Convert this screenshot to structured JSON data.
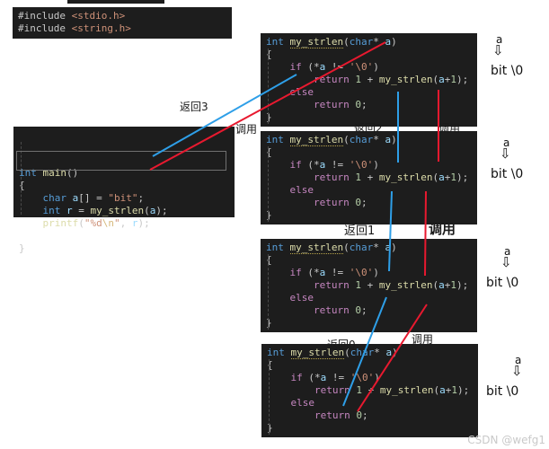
{
  "includes_block": {
    "lines": [
      [
        [
          "#include ",
          "pl"
        ],
        [
          "<stdio.h>",
          "str"
        ]
      ],
      [
        [
          "#include ",
          "pl"
        ],
        [
          "<string.h>",
          "str"
        ]
      ]
    ]
  },
  "main_block": {
    "lines": [
      [
        [
          "int",
          "kw"
        ],
        [
          " ",
          "pl"
        ],
        [
          "main",
          "fn"
        ],
        [
          "()",
          "pl"
        ]
      ],
      [
        [
          "{",
          "pl"
        ]
      ],
      [
        [
          "    ",
          "pl"
        ],
        [
          "char",
          "kw"
        ],
        [
          " ",
          "pl"
        ],
        [
          "a",
          "var"
        ],
        [
          "[] = ",
          "pl"
        ],
        [
          "\"bit\"",
          "str"
        ],
        [
          ";",
          "pl"
        ]
      ],
      [
        [
          "    ",
          "pl"
        ],
        [
          "int",
          "kw"
        ],
        [
          " ",
          "pl"
        ],
        [
          "r",
          "var"
        ],
        [
          " = ",
          "pl"
        ],
        [
          "my_strlen",
          "fn"
        ],
        [
          "(",
          "pl"
        ],
        [
          "a",
          "var"
        ],
        [
          ");",
          "pl"
        ]
      ],
      [
        [
          "    ",
          "pl"
        ],
        [
          "printf",
          "fn"
        ],
        [
          "(",
          "pl"
        ],
        [
          "\"%d",
          "str"
        ],
        [
          "\\n",
          "esc"
        ],
        [
          "\"",
          "str"
        ],
        [
          ", ",
          "pl"
        ],
        [
          "r",
          "var"
        ],
        [
          ");",
          "pl"
        ]
      ],
      [
        [
          " ",
          "pl"
        ]
      ],
      [
        [
          "}",
          "pl"
        ]
      ]
    ]
  },
  "strlen_code": {
    "lines": [
      [
        [
          "int",
          "kw"
        ],
        [
          " ",
          "pl"
        ],
        [
          "my_strlen",
          "fnu"
        ],
        [
          "(",
          "pl"
        ],
        [
          "char",
          "kw"
        ],
        [
          "*",
          "pl"
        ],
        [
          " ",
          "pl"
        ],
        [
          "a",
          "var"
        ],
        [
          ")",
          "pl"
        ]
      ],
      [
        [
          "{",
          "pl"
        ]
      ],
      [
        [
          "    ",
          "pl"
        ],
        [
          "if",
          "ctrl"
        ],
        [
          " (*",
          "pl"
        ],
        [
          "a",
          "var"
        ],
        [
          " != ",
          "pl"
        ],
        [
          "'\\0'",
          "str"
        ],
        [
          ")",
          "pl"
        ]
      ],
      [
        [
          "        ",
          "pl"
        ],
        [
          "return",
          "ctrl"
        ],
        [
          " ",
          "pl"
        ],
        [
          "1",
          "num"
        ],
        [
          " + ",
          "pl"
        ],
        [
          "my_strlen",
          "fn"
        ],
        [
          "(",
          "pl"
        ],
        [
          "a",
          "var"
        ],
        [
          "+",
          "pl"
        ],
        [
          "1",
          "num"
        ],
        [
          ");",
          "pl"
        ]
      ],
      [
        [
          "    ",
          "pl"
        ],
        [
          "else",
          "ctrl"
        ]
      ],
      [
        [
          "        ",
          "pl"
        ],
        [
          "return",
          "ctrl"
        ],
        [
          " ",
          "pl"
        ],
        [
          "0",
          "num"
        ],
        [
          ";",
          "pl"
        ]
      ],
      [
        [
          "}",
          "pl"
        ]
      ]
    ]
  },
  "flow_labels": [
    {
      "text": "返回3"
    },
    {
      "text": "调用"
    },
    {
      "text": "返回2"
    },
    {
      "text": "调用"
    },
    {
      "text": "返回1"
    },
    {
      "text": "调用"
    },
    {
      "text": "返回0"
    },
    {
      "text": "调用"
    }
  ],
  "memory_annotations": [
    {
      "pointer_label": "a",
      "arrow": "⇩",
      "cells": "bit \\0"
    },
    {
      "pointer_label": "a",
      "arrow": "⇩",
      "cells": "bit \\0"
    },
    {
      "pointer_label": "a",
      "arrow": "⇩",
      "cells": "bit \\0"
    },
    {
      "pointer_label": "a",
      "arrow": "⇩",
      "cells": "bit \\0"
    }
  ],
  "watermark": "CSDN @wefg1",
  "colors": {
    "return_line": "#2e9fe8",
    "call_line": "#e8192f",
    "editor_bg": "#1d1d1d"
  }
}
